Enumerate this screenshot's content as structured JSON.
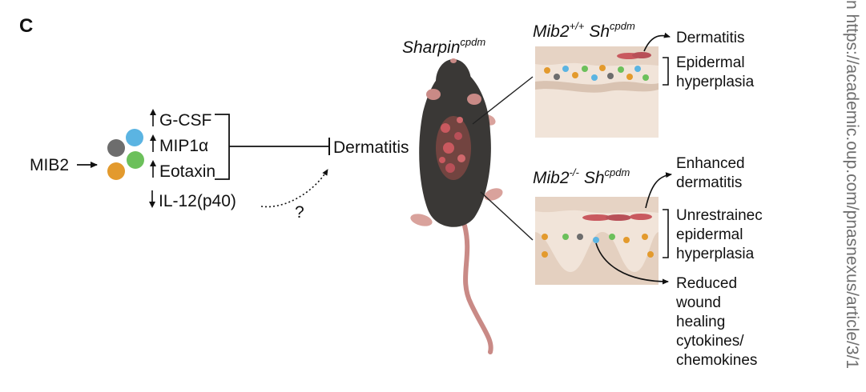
{
  "panel_label": "C",
  "left": {
    "input": "MIB2",
    "cytokines_up": [
      "G-CSF",
      "MIP1α",
      "Eotaxin"
    ],
    "cytokine_down": "IL-12(p40)",
    "inhibits": "Dermatitis",
    "question": "?"
  },
  "mouse": {
    "title_base": "Sharpin",
    "title_sup": "cpdm"
  },
  "panel_top": {
    "title_a": "Mib2",
    "title_a_sup": "+/+",
    "title_b": "Sh",
    "title_b_sup": "cpdm",
    "outcome": "Dermatitis",
    "hyperplasia": [
      "Epidermal",
      "hyperplasia"
    ]
  },
  "panel_bottom": {
    "title_a": "Mib2",
    "title_a_sup": "-/-",
    "title_b": "Sh",
    "title_b_sup": "cpdm",
    "outcome": [
      "Enhanced",
      "dermatitis"
    ],
    "hyperplasia": [
      "Unrestrainec",
      "epidermal",
      "hyperplasia"
    ],
    "reduced": [
      "Reduced",
      "wound",
      "healing",
      "cytokines/",
      "chemokines"
    ]
  },
  "watermark": "n https://academic.oup.com/pnasnexus/article/3/1",
  "colors": {
    "gray": "#6d6d6d",
    "blue": "#5bb4e2",
    "green": "#6cc05b",
    "orange": "#e39a2d",
    "lesion": "#c9595f",
    "skin": "#efe0d4",
    "mouse_body": "#3a3836",
    "tail": "#c98a86"
  }
}
